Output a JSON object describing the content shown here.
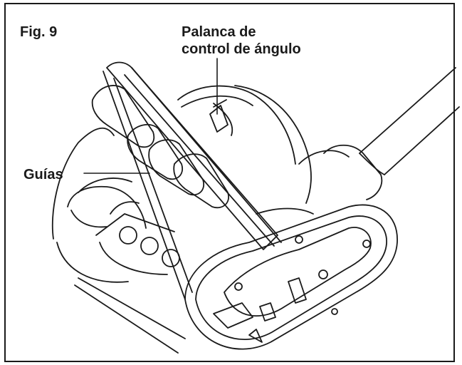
{
  "figure": {
    "label": "Fig. 9",
    "callouts": {
      "angle_lever": {
        "line1": "Palanca de",
        "line2": "control de ángulo"
      },
      "guides": "Guías"
    }
  }
}
